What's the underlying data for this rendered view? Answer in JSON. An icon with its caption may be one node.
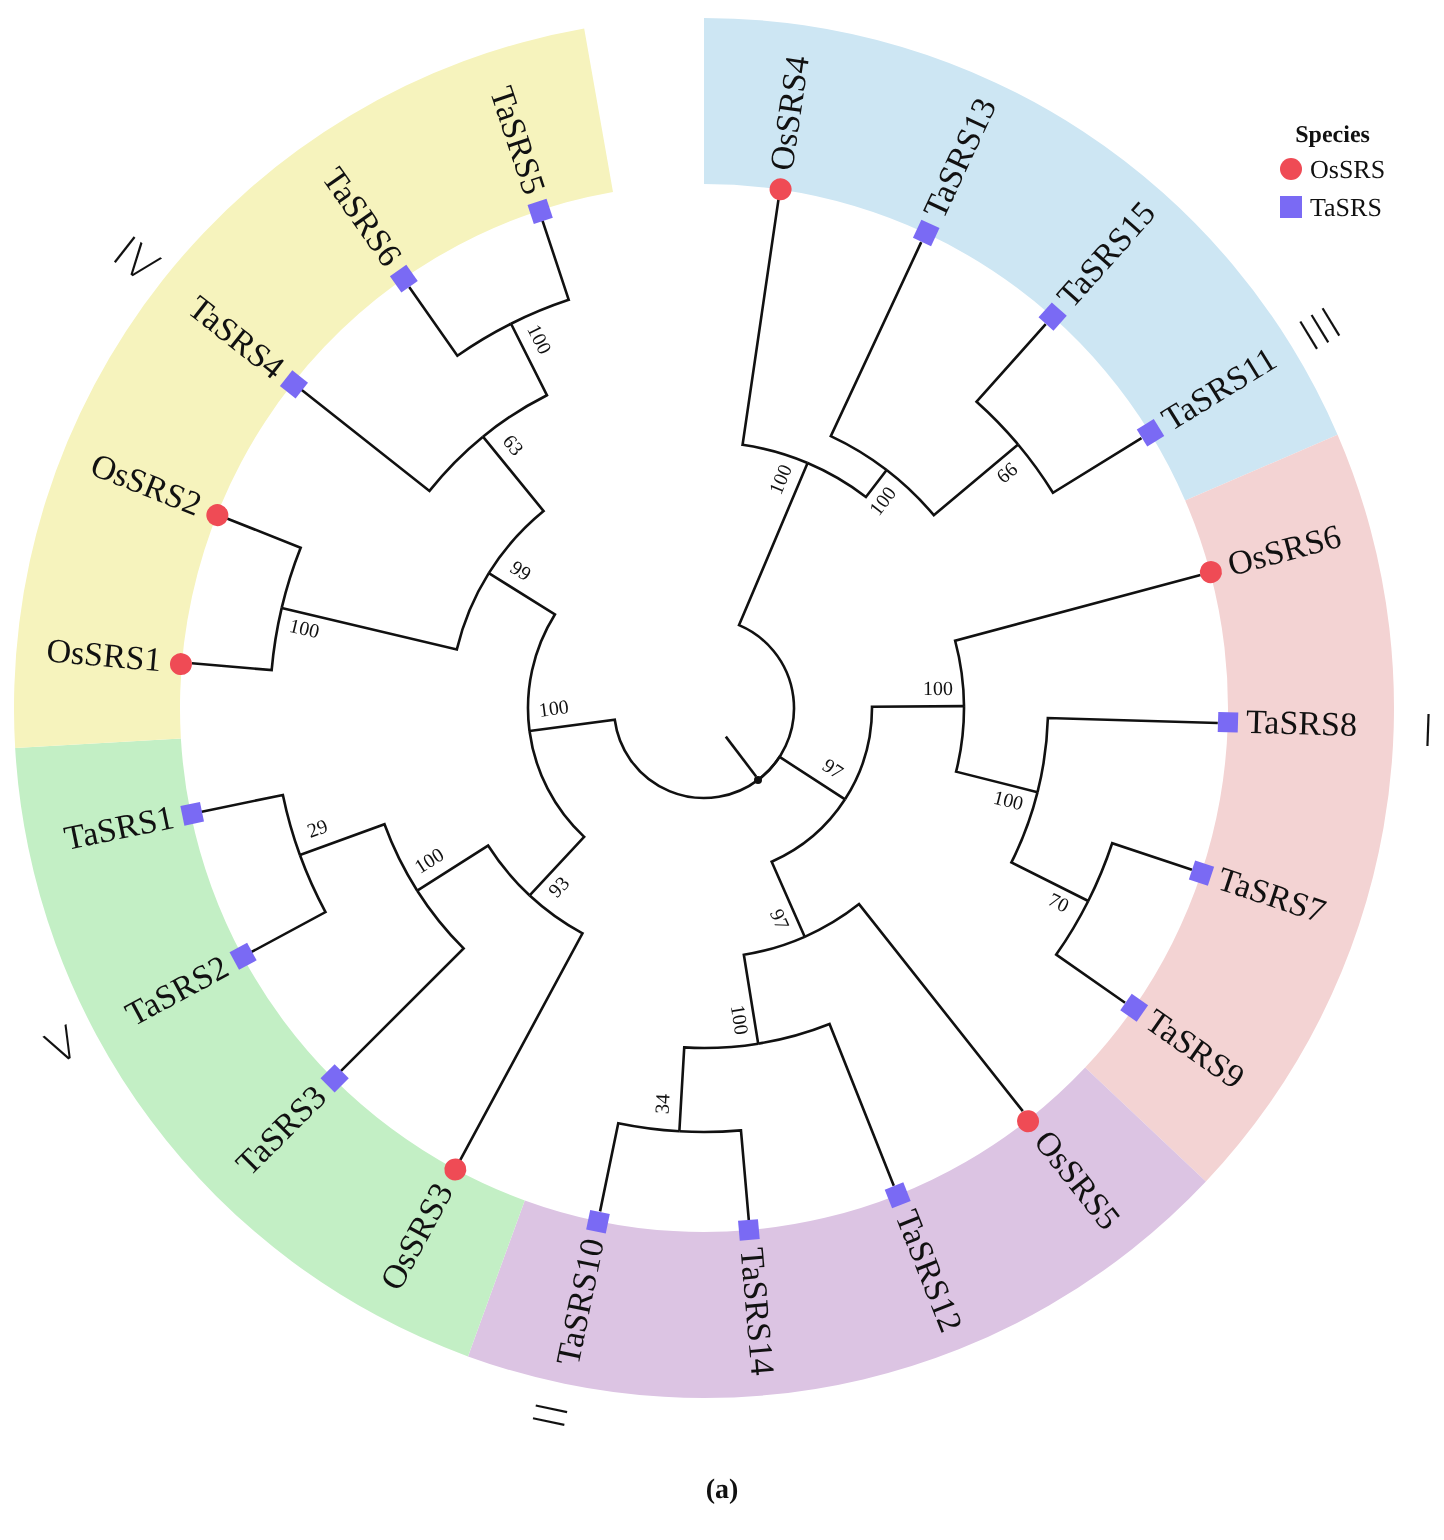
{
  "diagram": {
    "caption": "(a)",
    "nodes": [
      {
        "text": [
          "III"
        ]
      },
      {
        "text": [
          "OsSRS4"
        ],
        "in": 0
      },
      {
        "text": [
          "TaSRS13"
        ],
        "in": 0
      },
      {
        "text": [
          "TaSRS15"
        ],
        "in": 0
      },
      {
        "text": [
          "TaSRS11"
        ],
        "in": 0
      },
      {
        "text": [
          "I"
        ]
      },
      {
        "text": [
          "OsSRS6"
        ],
        "in": 5
      },
      {
        "text": [
          "TaSRS8"
        ],
        "in": 5
      },
      {
        "text": [
          "TaSRS7"
        ],
        "in": 5
      },
      {
        "text": [
          "TaSRS9"
        ],
        "in": 5
      },
      {
        "text": [
          "II"
        ]
      },
      {
        "text": [
          "OsSRS5"
        ],
        "in": 10
      },
      {
        "text": [
          "TaSRS12"
        ],
        "in": 10
      },
      {
        "text": [
          "TaSRS14"
        ],
        "in": 10
      },
      {
        "text": [
          "TaSRS10"
        ],
        "in": 10
      },
      {
        "text": [
          "V"
        ]
      },
      {
        "text": [
          "OsSRS3"
        ],
        "in": 15
      },
      {
        "text": [
          "TaSRS3"
        ],
        "in": 15
      },
      {
        "text": [
          "TaSRS2"
        ],
        "in": 15
      },
      {
        "text": [
          "TaSRS1"
        ],
        "in": 15
      },
      {
        "text": [
          "IV"
        ]
      },
      {
        "text": [
          "OsSRS1"
        ],
        "in": 20
      },
      {
        "text": [
          "OsSRS2"
        ],
        "in": 20
      },
      {
        "text": [
          "TaSRS4"
        ],
        "in": 20
      },
      {
        "text": [
          "TaSRS6"
        ],
        "in": 20
      },
      {
        "text": [
          "TaSRS5"
        ],
        "in": 20
      },
      {
        "text": [],
        "shape": "dot"
      },
      {
        "text": [
          "100"
        ]
      },
      {
        "text": [
          "100"
        ]
      },
      {
        "text": [
          "66"
        ]
      },
      {
        "text": [
          "97"
        ]
      },
      {
        "text": [
          "100"
        ]
      },
      {
        "text": [
          "100"
        ]
      },
      {
        "text": [
          "70"
        ]
      },
      {
        "text": [
          "97"
        ]
      },
      {
        "text": [
          "100"
        ]
      },
      {
        "text": [
          "34"
        ]
      },
      {
        "text": [
          "100"
        ]
      },
      {
        "text": [
          "99"
        ]
      },
      {
        "text": [
          "100"
        ]
      },
      {
        "text": [
          "63"
        ]
      },
      {
        "text": [
          "100"
        ]
      },
      {
        "text": [
          "93"
        ]
      },
      {
        "text": [
          "100"
        ]
      },
      {
        "text": [
          "29"
        ]
      }
    ],
    "edges": [
      {
        "from": 26,
        "to": 27,
        "arrow": "none"
      },
      {
        "from": 26,
        "to": 30,
        "arrow": "none"
      },
      {
        "from": 26,
        "to": 37,
        "arrow": "none"
      },
      {
        "from": 27,
        "to": 1,
        "arrow": "none"
      },
      {
        "from": 27,
        "to": 28,
        "arrow": "none"
      },
      {
        "from": 28,
        "to": 2,
        "arrow": "none"
      },
      {
        "from": 28,
        "to": 29,
        "arrow": "none"
      },
      {
        "from": 29,
        "to": 3,
        "arrow": "none"
      },
      {
        "from": 29,
        "to": 4,
        "arrow": "none"
      },
      {
        "from": 30,
        "to": 31,
        "arrow": "none"
      },
      {
        "from": 30,
        "to": 34,
        "arrow": "none"
      },
      {
        "from": 31,
        "to": 6,
        "arrow": "none"
      },
      {
        "from": 31,
        "to": 32,
        "arrow": "none"
      },
      {
        "from": 32,
        "to": 7,
        "arrow": "none"
      },
      {
        "from": 32,
        "to": 33,
        "arrow": "none"
      },
      {
        "from": 33,
        "to": 8,
        "arrow": "none"
      },
      {
        "from": 33,
        "to": 9,
        "arrow": "none"
      },
      {
        "from": 34,
        "to": 11,
        "arrow": "none"
      },
      {
        "from": 34,
        "to": 35,
        "arrow": "none"
      },
      {
        "from": 35,
        "to": 12,
        "arrow": "none"
      },
      {
        "from": 35,
        "to": 36,
        "arrow": "none"
      },
      {
        "from": 36,
        "to": 13,
        "arrow": "none"
      },
      {
        "from": 36,
        "to": 14,
        "arrow": "none"
      },
      {
        "from": 37,
        "to": 38,
        "arrow": "none"
      },
      {
        "from": 37,
        "to": 42,
        "arrow": "none"
      },
      {
        "from": 38,
        "to": 39,
        "arrow": "none"
      },
      {
        "from": 38,
        "to": 40,
        "arrow": "none"
      },
      {
        "from": 39,
        "to": 21,
        "arrow": "none"
      },
      {
        "from": 39,
        "to": 22,
        "arrow": "none"
      },
      {
        "from": 40,
        "to": 23,
        "arrow": "none"
      },
      {
        "from": 40,
        "to": 41,
        "arrow": "none"
      },
      {
        "from": 41,
        "to": 24,
        "arrow": "none"
      },
      {
        "from": 41,
        "to": 25,
        "arrow": "none"
      },
      {
        "from": 42,
        "to": 16,
        "arrow": "none"
      },
      {
        "from": 42,
        "to": 43,
        "arrow": "none"
      },
      {
        "from": 43,
        "to": 17,
        "arrow": "none"
      },
      {
        "from": 43,
        "to": 44,
        "arrow": "none"
      },
      {
        "from": 44,
        "to": 19,
        "arrow": "none"
      },
      {
        "from": 44,
        "to": 18,
        "arrow": "none"
      }
    ],
    "labels": [
      "Species"
    ],
    "legend": [
      {
        "text": "OsSRS",
        "color": "#ef4b55"
      },
      {
        "text": "TaSRS",
        "color": "#7a6af4"
      }
    ]
  }
}
